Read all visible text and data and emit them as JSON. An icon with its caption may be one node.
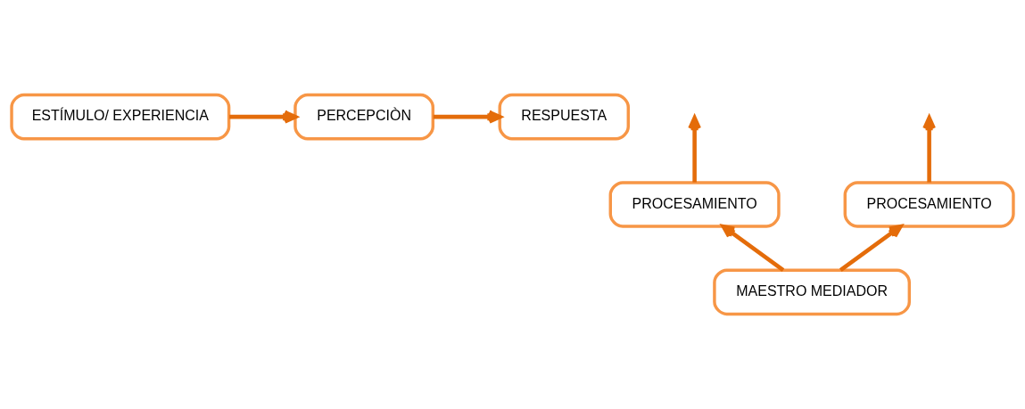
{
  "diagram": {
    "nodes": [
      {
        "text": [
          "ESTÍMULO/ EXPERIENCIA"
        ]
      },
      {
        "text": [
          "PERCEPCIÒN"
        ]
      },
      {
        "text": [
          "RESPUESTA"
        ]
      },
      {
        "text": [
          "PROCESAMIENTO"
        ]
      },
      {
        "text": [
          "PROCESAMIENTO"
        ]
      },
      {
        "text": [
          "MAESTRO MEDIADOR"
        ]
      }
    ],
    "edges": [
      {
        "from": 0,
        "to": 1,
        "arrow": "to"
      },
      {
        "from": 1,
        "to": 2,
        "arrow": "to"
      },
      {
        "from": 3,
        "to": null,
        "arrow": "to"
      },
      {
        "from": 4,
        "to": null,
        "arrow": "to"
      },
      {
        "from": 5,
        "to": 3,
        "arrow": "to"
      },
      {
        "from": 5,
        "to": 4,
        "arrow": "to"
      }
    ]
  }
}
